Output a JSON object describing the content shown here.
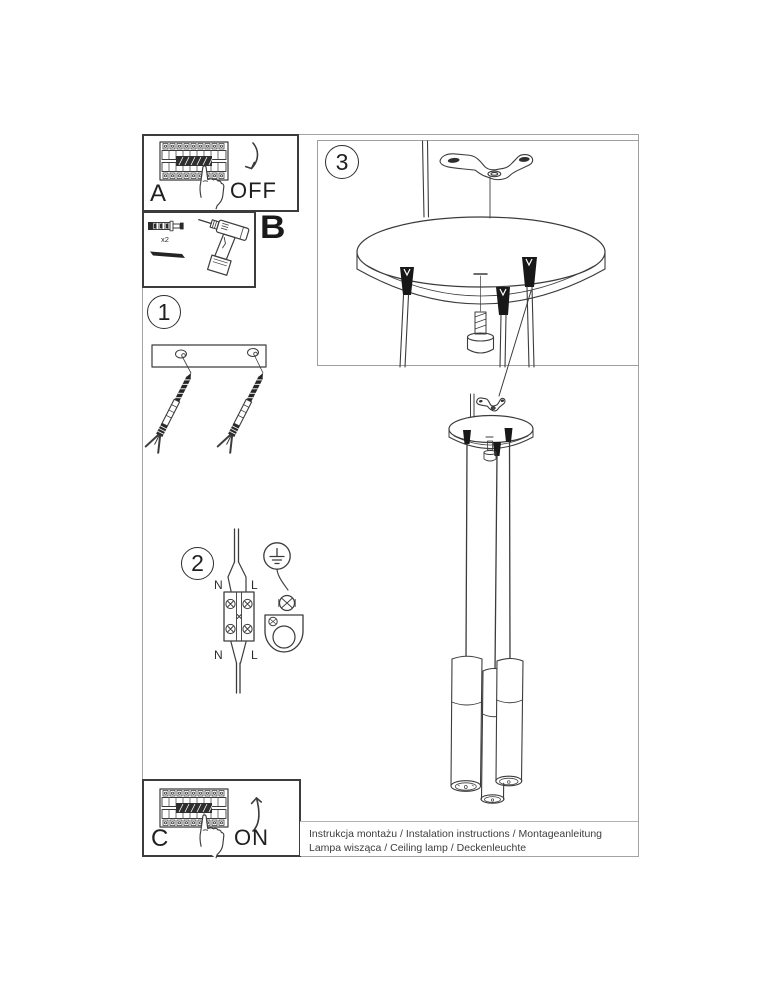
{
  "doc": {
    "steps": {
      "a": "A",
      "b": "B",
      "c": "C",
      "s1": "1",
      "s2": "2",
      "s3": "3"
    },
    "switch": {
      "off": "OFF",
      "on": "ON"
    },
    "hardware": {
      "anchor_qty": "x2"
    },
    "wiring": {
      "n_top": "N",
      "l_top": "L",
      "n_bottom": "N",
      "l_bottom": "L"
    },
    "footer": {
      "line1": "Instrukcja montażu / Instalation instructions / Montageanleitung",
      "line2": "Lampa wisząca / Ceiling lamp / Deckenleuchte"
    },
    "colors": {
      "line": "#3c3c3c",
      "frame": "#a3a3a3",
      "black_part": "#181818"
    }
  }
}
